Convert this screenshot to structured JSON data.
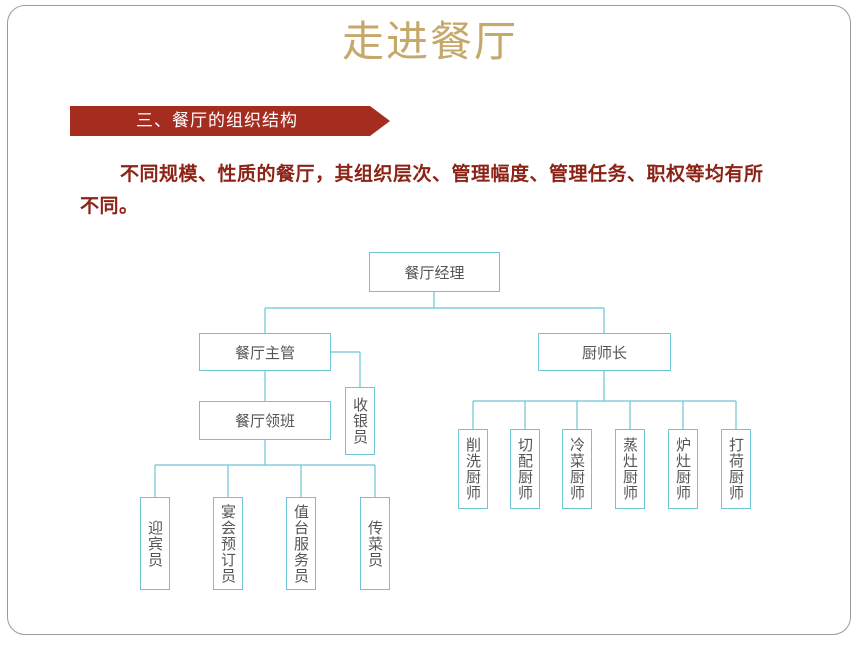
{
  "slide": {
    "title": "走进餐厅",
    "section_heading": "三、餐厅的组织结构",
    "intro_text": "不同规模、性质的餐厅，其组织层次、管理幅度、管理任务、职权等均有所不同。"
  },
  "colors": {
    "title": "#c5a86a",
    "banner": "#a52d20",
    "intro_text": "#8b2316",
    "node_border": "#6bc5d6",
    "connector": "#6bc5d6"
  },
  "org_chart": {
    "root": "餐厅经理",
    "front_manager": "餐厅主管",
    "cashier": "收银员",
    "team_leader": "餐厅领班",
    "front_staff": [
      "迎宾员",
      "宴会预订员",
      "值台服务员",
      "传菜员"
    ],
    "head_chef": "厨师长",
    "kitchen_staff": [
      "削洗厨师",
      "切配厨师",
      "冷菜厨师",
      "蒸灶厨师",
      "炉灶厨师",
      "打荷厨师"
    ]
  }
}
